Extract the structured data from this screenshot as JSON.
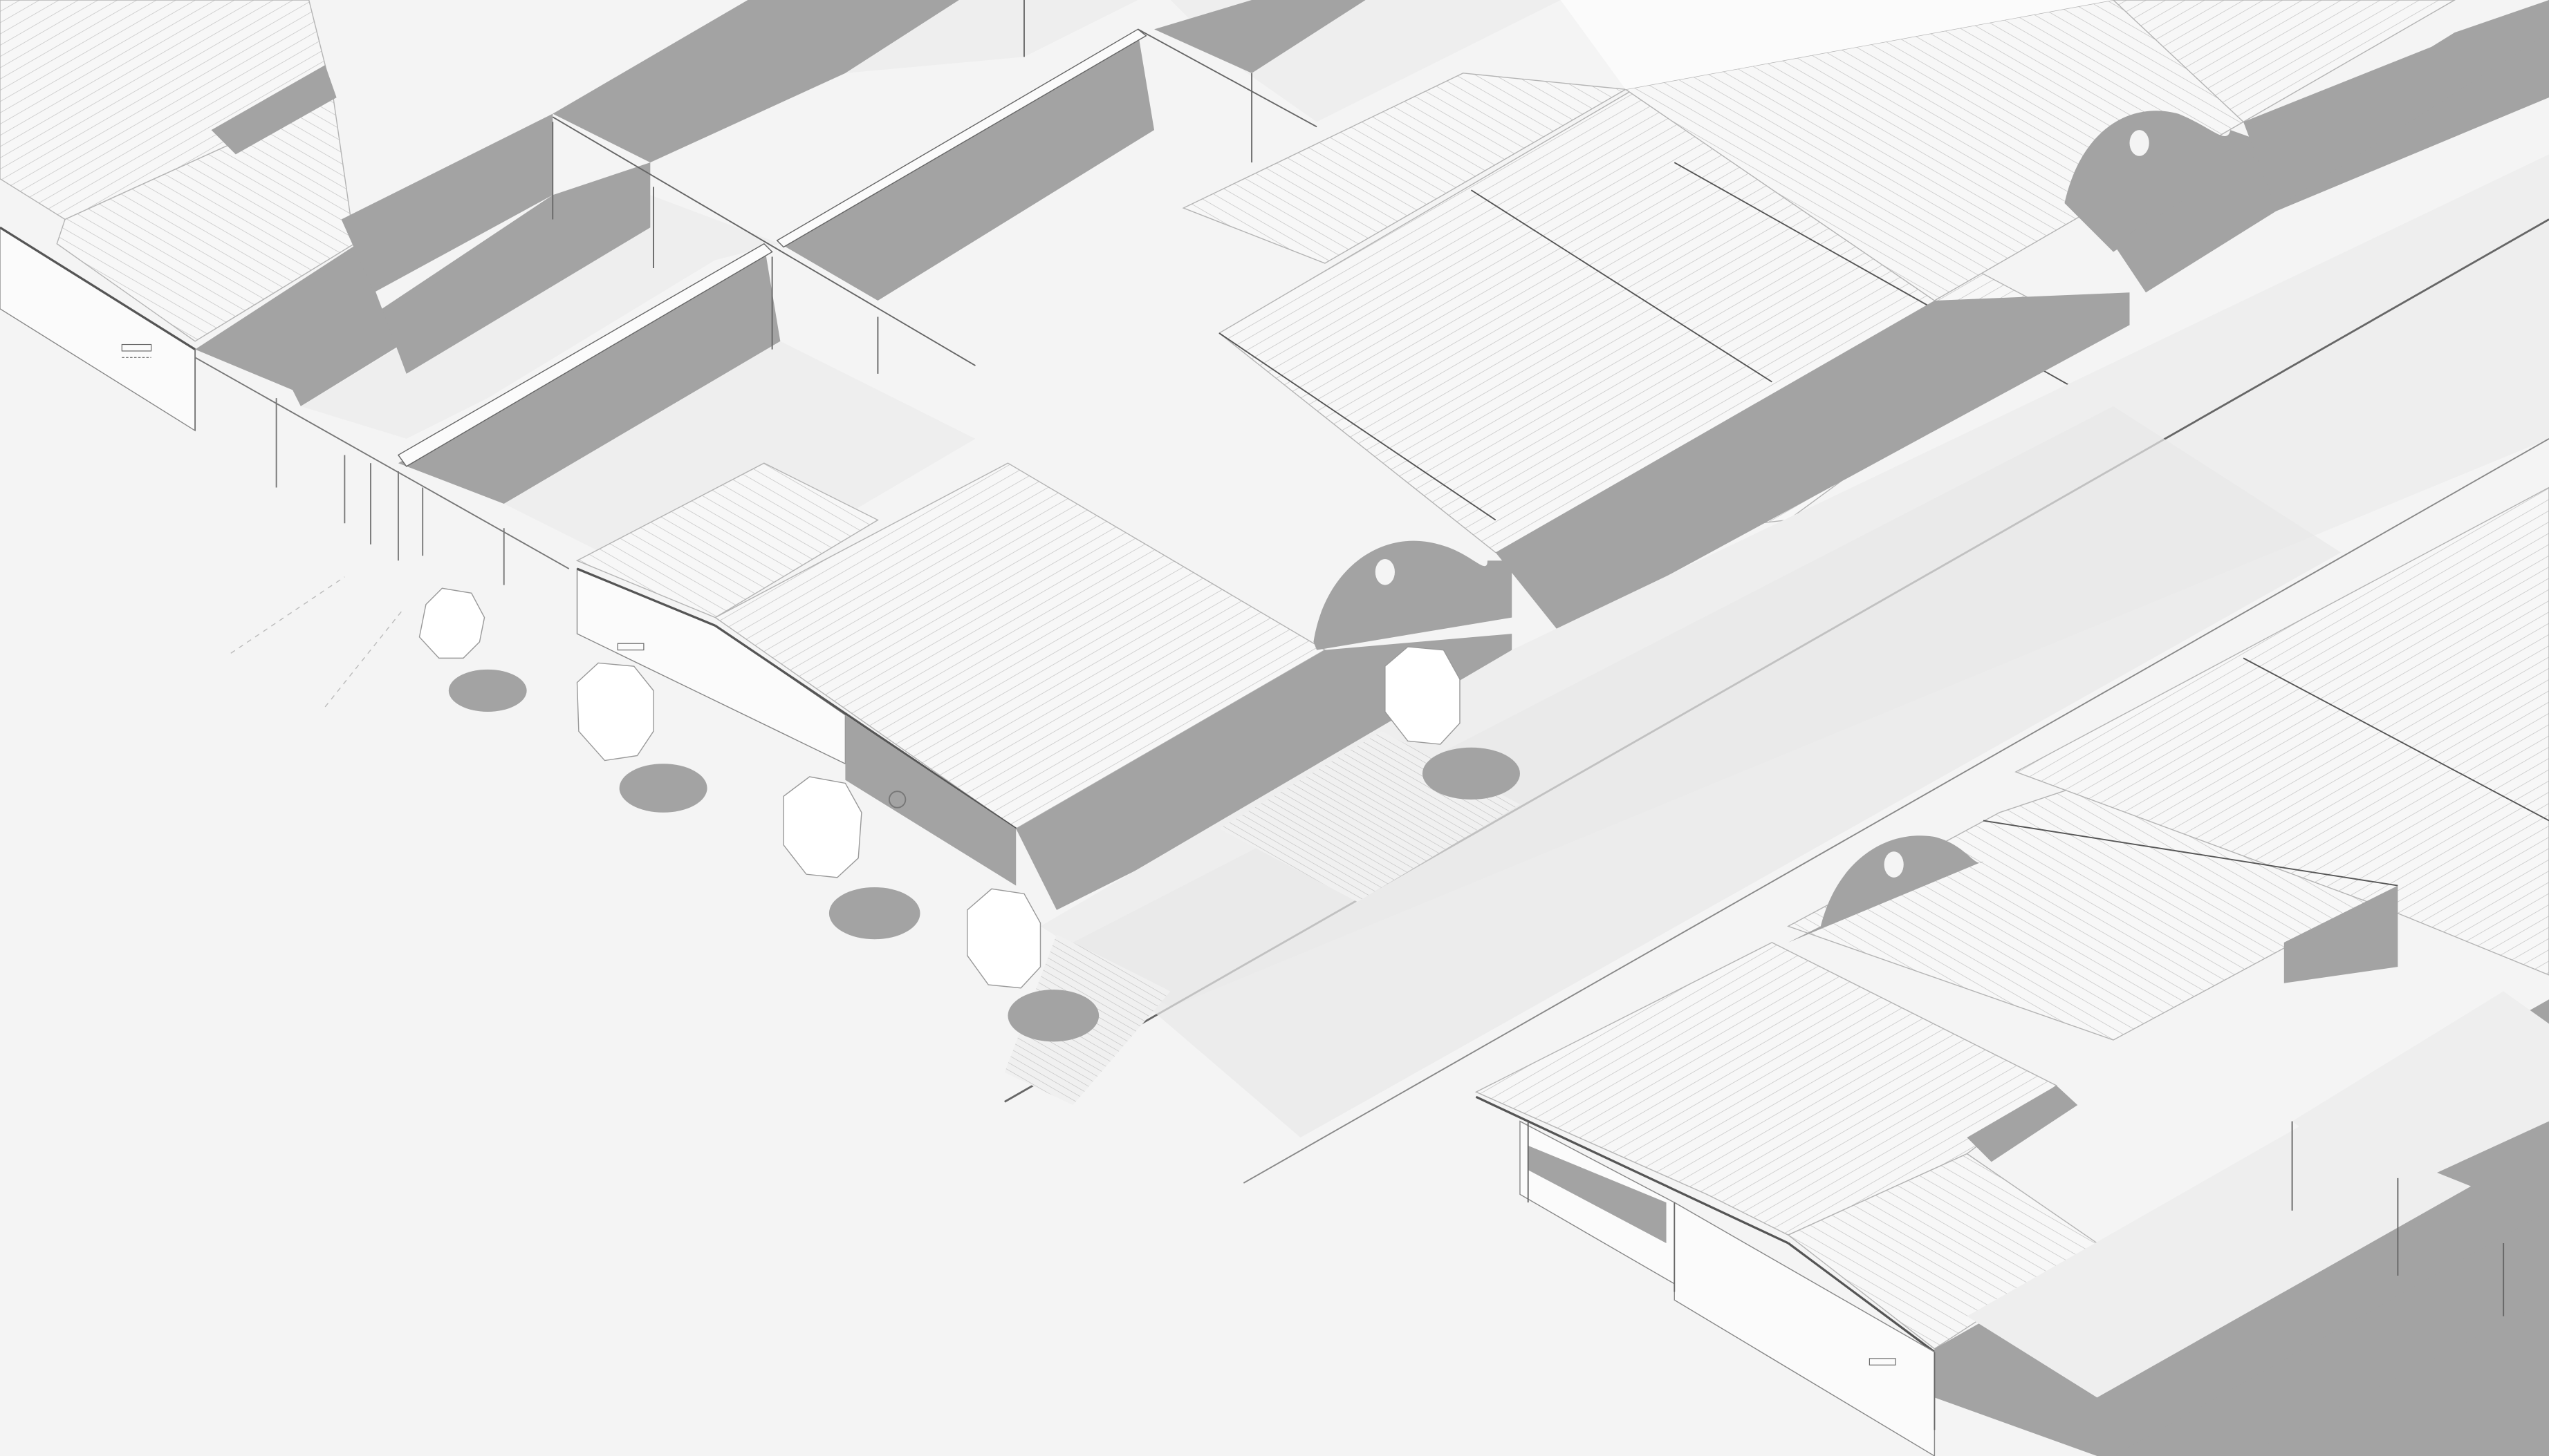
{
  "drawing": {
    "kind": "isometric-axonometric",
    "palette": {
      "background": "#f4f4f4",
      "ground": "#eeeeee",
      "roof": "#f7f7f7",
      "roof_line": "#b4b4b4",
      "wall": "#fbfbfb",
      "shadow": "#a3a3a3",
      "shadow_light": "#c8c8c8",
      "edge": "#555555",
      "tree": "#ffffff"
    },
    "layers": [
      "sheds",
      "shadows",
      "yards",
      "road",
      "trees",
      "vents"
    ]
  }
}
